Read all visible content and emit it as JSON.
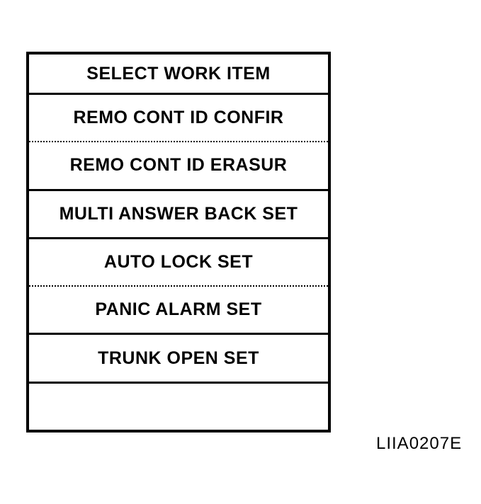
{
  "screen": {
    "title": "SELECT WORK ITEM",
    "items": [
      {
        "label": "REMO CONT ID CONFIR"
      },
      {
        "label": "REMO CONT ID ERASUR"
      },
      {
        "label": "MULTI ANSWER BACK SET"
      },
      {
        "label": "AUTO LOCK SET"
      },
      {
        "label": "PANIC ALARM SET"
      },
      {
        "label": "TRUNK OPEN SET"
      },
      {
        "label": ""
      }
    ]
  },
  "figure_code": "LIIA0207E",
  "colors": {
    "foreground": "#000000",
    "background": "#ffffff"
  }
}
